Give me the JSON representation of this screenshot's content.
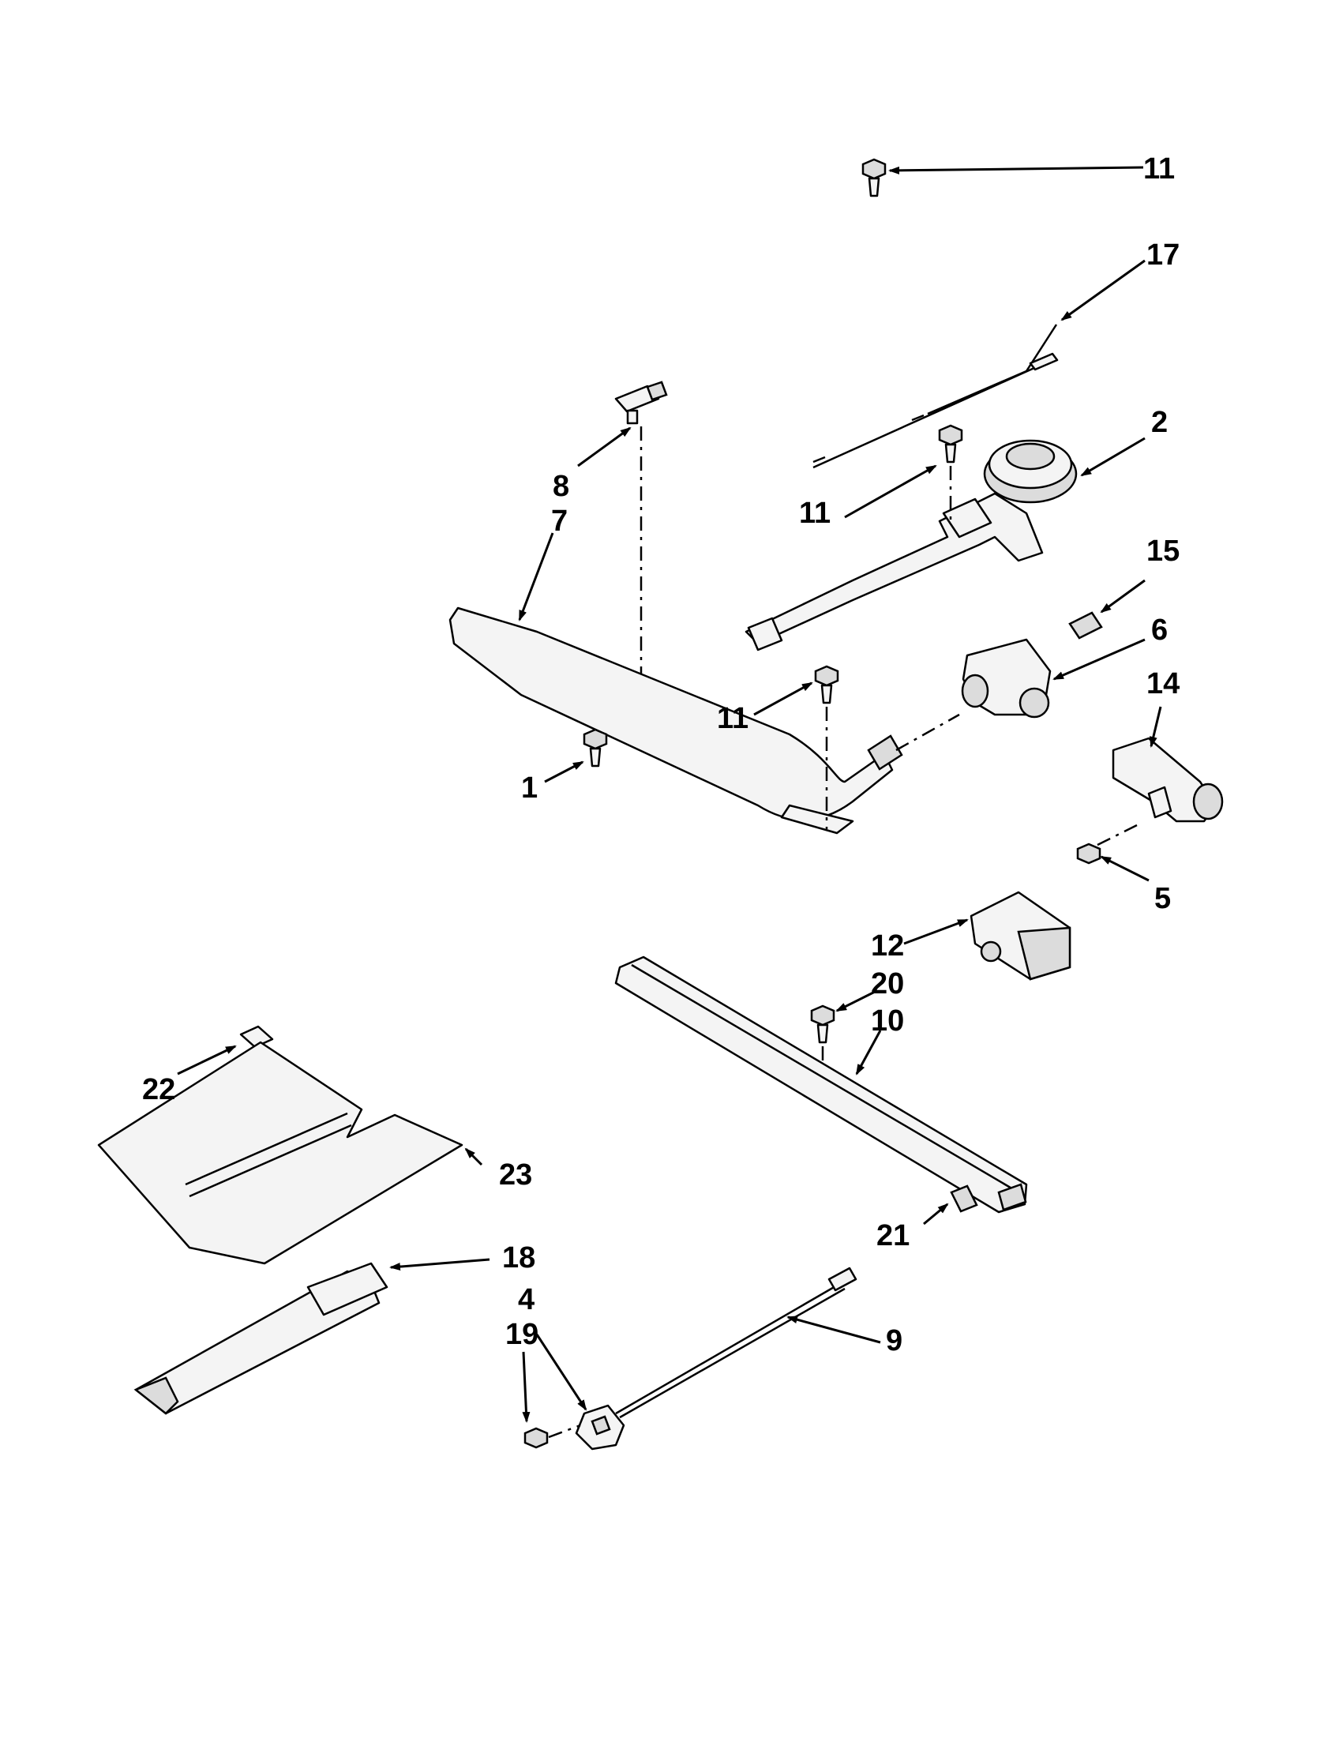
{
  "diagram": {
    "labels": {
      "l11a": "11",
      "l17": "17",
      "l2": "2",
      "l8": "8",
      "l7": "7",
      "l11b": "11",
      "l15": "15",
      "l6": "6",
      "l14": "14",
      "l11c": "11",
      "l1": "1",
      "l5": "5",
      "l12": "12",
      "l20": "20",
      "l10": "10",
      "l22": "22",
      "l23": "23",
      "l21": "21",
      "l18": "18",
      "l4": "4",
      "l19": "19",
      "l9": "9"
    }
  }
}
